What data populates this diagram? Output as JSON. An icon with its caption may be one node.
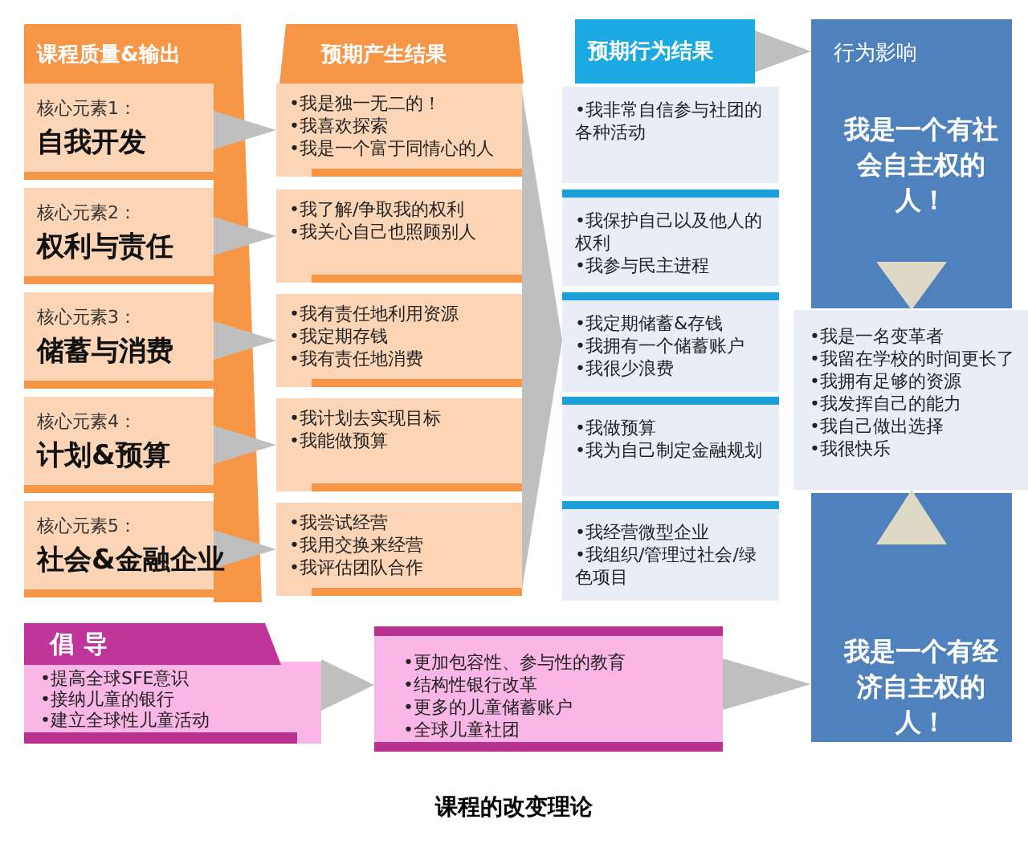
{
  "diagram": {
    "caption": "课程的改变理论",
    "nodes": [
      {
        "text": [
          "课程质量&输出"
        ]
      },
      {
        "text": [
          "核心元素1：",
          "自我开发"
        ]
      },
      {
        "text": [
          "核心元素2：",
          "权利与责任"
        ]
      },
      {
        "text": [
          "核心元素3：",
          "储蓄与消费"
        ]
      },
      {
        "text": [
          "核心元素4：",
          "计划&预算"
        ]
      },
      {
        "text": [
          "核心元素5：",
          "社会&金融企业"
        ]
      },
      {
        "text": [
          "预期产生结果"
        ]
      },
      {
        "text": [
          "•我是独一无二的！",
          "•我喜欢探索",
          "•我是一个富于同情心的人"
        ]
      },
      {
        "text": [
          "•我了解/争取我的权利",
          "•我关心自己也照顾别人"
        ]
      },
      {
        "text": [
          "•我有责任地利用资源",
          "•我定期存钱",
          "•我有责任地消费"
        ]
      },
      {
        "text": [
          "•我计划去实现目标",
          "•我能做预算"
        ]
      },
      {
        "text": [
          "•我尝试经营",
          "•我用交换来经营",
          "•我评估团队合作"
        ]
      },
      {
        "text": [
          "预期行为结果"
        ]
      },
      {
        "text": [
          "•我非常自信参与社团的各种活动"
        ]
      },
      {
        "text": [
          "•我保护自己以及他人的权利",
          "•我参与民主进程"
        ]
      },
      {
        "text": [
          "•我定期储蓄&存钱",
          "•我拥有一个储蓄账户",
          "•我很少浪费"
        ]
      },
      {
        "text": [
          "•我做预算",
          "•我为自己制定金融规划"
        ]
      },
      {
        "text": [
          "•我经营微型企业",
          "•我组织/管理过社会/绿色项目"
        ]
      },
      {
        "text": [
          "行为影响",
          "我是一个有社会自主权的人！"
        ]
      },
      {
        "text": [
          "•我是一名变革者",
          "•我留在学校的时间更长了",
          "•我拥有足够的资源",
          "•我发挥自己的能力",
          "•我自己做出选择",
          "•我很快乐"
        ]
      },
      {
        "text": [
          "我是一个有经济自主权的人！"
        ]
      },
      {
        "text": [
          "倡导",
          "•提高全球SFE意识",
          "•接纳儿童的银行",
          "•建立全球性儿童活动"
        ]
      },
      {
        "text": [
          "•更加包容性、参与性的教育",
          "•结构性银行改革",
          "•更多的儿童储蓄账户",
          "•全球儿童社团"
        ]
      },
      {
        "text": [],
        "shape": "bar"
      }
    ],
    "edges": [
      {
        "from": 1,
        "to": 7,
        "arrow": "to"
      },
      {
        "from": 2,
        "to": 8,
        "arrow": "to"
      },
      {
        "from": 3,
        "to": 9,
        "arrow": "to"
      },
      {
        "from": 4,
        "to": 10,
        "arrow": "to"
      },
      {
        "from": 5,
        "to": 11,
        "arrow": "to"
      },
      {
        "from": 9,
        "to": 15,
        "arrow": "to"
      },
      {
        "from": 12,
        "to": 18,
        "arrow": "to"
      },
      {
        "from": 18,
        "to": 19,
        "arrow": "to",
        "color": "#ddd9c4"
      },
      {
        "from": 20,
        "to": 19,
        "arrow": "to",
        "color": "#ddd9c4"
      },
      {
        "from": 21,
        "to": 22,
        "arrow": "to"
      },
      {
        "from": 22,
        "to": 20,
        "arrow": "to"
      }
    ]
  }
}
